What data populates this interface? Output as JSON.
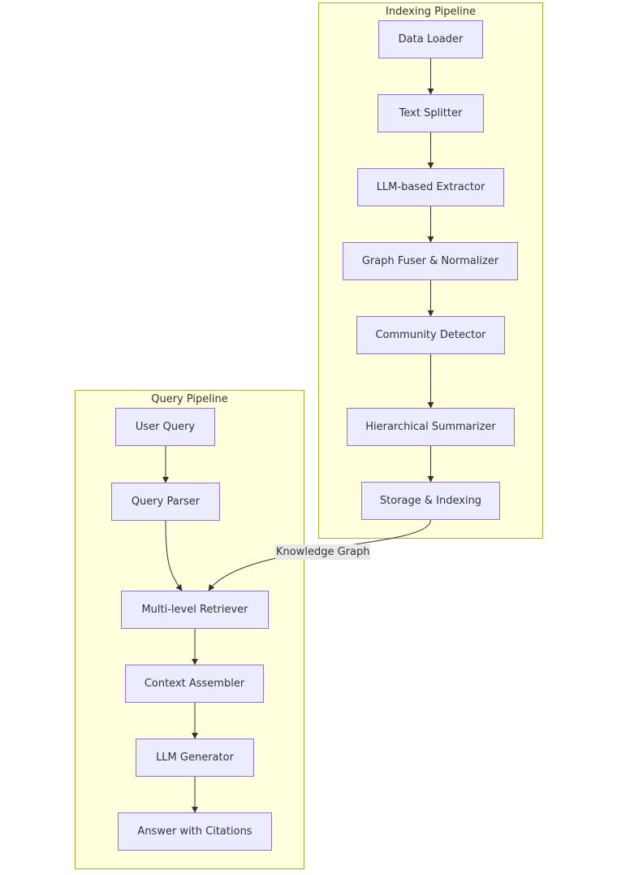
{
  "indexing": {
    "title": "Indexing Pipeline",
    "nodes": {
      "data_loader": "Data Loader",
      "text_splitter": "Text Splitter",
      "llm_extractor": "LLM-based Extractor",
      "graph_fuser": "Graph Fuser & Normalizer",
      "community_detector": "Community Detector",
      "hierarchical_summarizer": "Hierarchical Summarizer",
      "storage_indexing": "Storage & Indexing"
    }
  },
  "query": {
    "title": "Query Pipeline",
    "nodes": {
      "user_query": "User Query",
      "query_parser": "Query Parser",
      "retriever": "Multi-level Retriever",
      "context_assembler": "Context Assembler",
      "llm_generator": "LLM Generator",
      "answer": "Answer with Citations"
    }
  },
  "edges": {
    "knowledge_graph_label": "Knowledge Graph"
  },
  "colors": {
    "cluster_fill": "#ffffde",
    "cluster_border": "#aaaa33",
    "node_fill": "#ececff",
    "node_border": "#9370db",
    "edge": "#333333",
    "edge_label_bg": "#e8e8e8"
  }
}
